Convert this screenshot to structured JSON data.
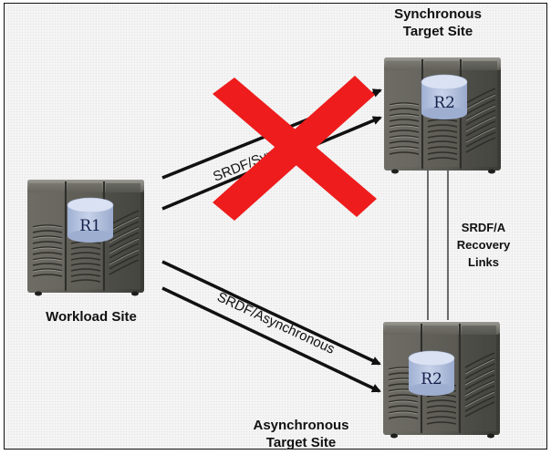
{
  "diagram": {
    "title": "SRDF multi-site failover",
    "sites": {
      "synchronous_target": {
        "line1": "Synchronous",
        "line2": "Target Site",
        "volume": "R2"
      },
      "workload": {
        "label": "Workload Site",
        "volume": "R1"
      },
      "asynchronous_target": {
        "line1": "Asynchronous",
        "line2": "Target Site",
        "volume": "R2"
      }
    },
    "links": {
      "synchronous": {
        "label": "SRDF/Synchronous",
        "status": "failed"
      },
      "asynchronous": {
        "label": "SRDF/Asynchronous"
      },
      "recovery": {
        "line1": "SRDF/A",
        "line2": "Recovery",
        "line3": "Links"
      }
    },
    "colors": {
      "failure_mark": "#ee1c1c",
      "disk": "#b9c7e2",
      "cabinet": "#55554e",
      "link": "#111111"
    }
  }
}
